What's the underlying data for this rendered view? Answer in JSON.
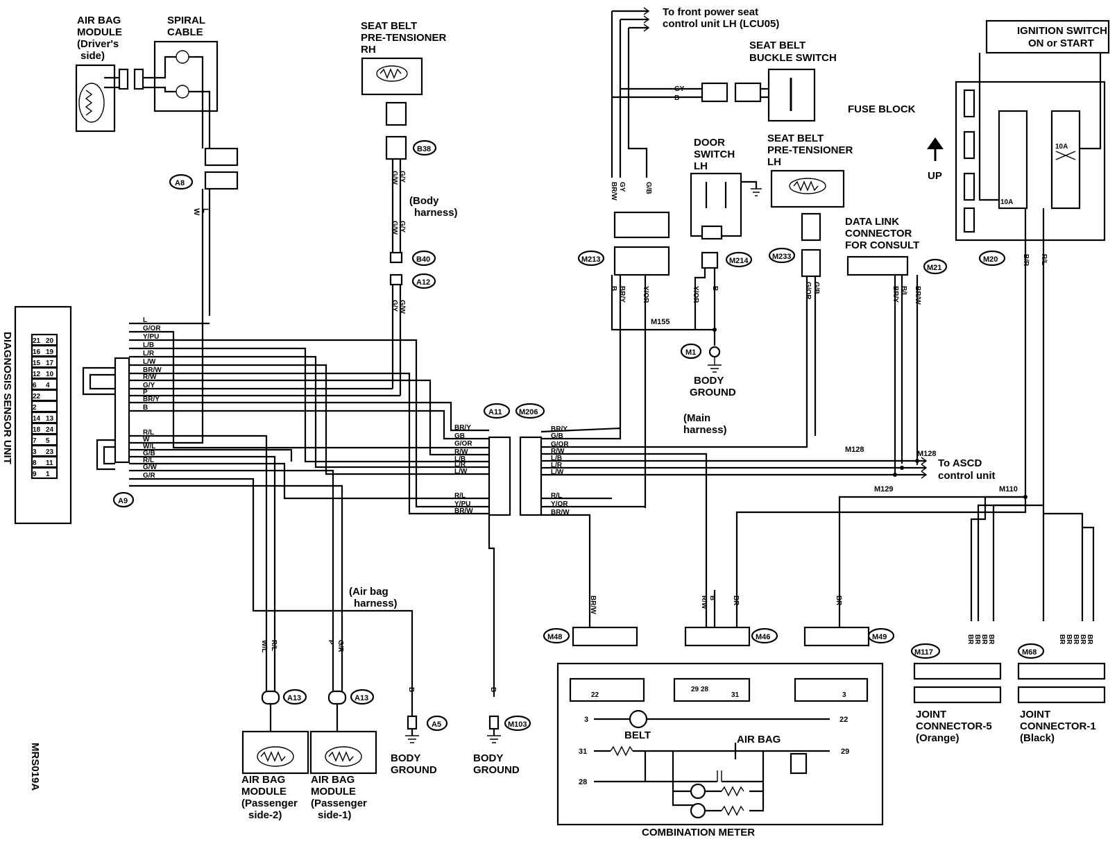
{
  "colors": {
    "ink": "#000000",
    "paper": "#ffffff"
  },
  "labels": {
    "airbag_driver": [
      "AIR BAG",
      "MODULE",
      "(Driver's",
      "side)"
    ],
    "spiral_cable": [
      "SPIRAL",
      "CABLE"
    ],
    "pretensioner_rh": [
      "SEAT BELT",
      "PRE-TENSIONER",
      "RH"
    ],
    "front_power_seat": [
      "To front power seat",
      "control unit LH  (LCU05)"
    ],
    "buckle_switch": [
      "SEAT BELT",
      "BUCKLE SWITCH"
    ],
    "fuse_block": "FUSE BLOCK",
    "ignition_switch": [
      "IGNITION SWITCH",
      "ON  or  START"
    ],
    "up": "UP",
    "door_switch": [
      "DOOR",
      "SWITCH",
      "LH"
    ],
    "pretensioner_lh": [
      "SEAT BELT",
      "PRE-TENSIONER",
      "LH"
    ],
    "data_link": [
      "DATA LINK",
      "CONNECTOR",
      "FOR CONSULT"
    ],
    "body_harness": [
      "(Body",
      "harness)"
    ],
    "main_harness": [
      "(Main",
      "harness)"
    ],
    "airbag_harness": [
      "(Air bag",
      "harness)"
    ],
    "body_ground_m1": [
      "BODY",
      "GROUND"
    ],
    "body_ground_a5": [
      "BODY",
      "GROUND"
    ],
    "body_ground_m103": [
      "BODY",
      "GROUND"
    ],
    "to_ascd": [
      "To ASCD",
      "control unit"
    ],
    "dsu": "DIAGNOSIS SENSOR UNIT",
    "airbag_pass2": [
      "AIR BAG",
      "MODULE",
      "(Passenger",
      "side-2)"
    ],
    "airbag_pass1": [
      "AIR BAG",
      "MODULE",
      "(Passenger",
      "side-1)"
    ],
    "combination_meter": "COMBINATION METER",
    "belt": "BELT",
    "air_bag": "AIR BAG",
    "joint5": [
      "JOINT",
      "CONNECTOR-5",
      "(Orange)"
    ],
    "joint1": [
      "JOINT",
      "CONNECTOR-1",
      "(Black)"
    ],
    "figure_code": "MRS019A",
    "fuse_10a_1": "10A",
    "fuse_10a_2": "10A"
  },
  "connectors": {
    "A8": "A8",
    "B38": "B38",
    "B40": "B40",
    "A12": "A12",
    "A9": "A9",
    "A11": "A11",
    "M206": "M206",
    "M213": "M213",
    "M214": "M214",
    "M233": "M233",
    "M21": "M21",
    "M20": "M20",
    "M1": "M1",
    "A13a": "A13",
    "A13b": "A13",
    "A5": "A5",
    "M103": "M103",
    "M48": "M48",
    "M46": "M46",
    "M49": "M49",
    "M117": "M117",
    "M68": "M68"
  },
  "junctions": {
    "M155": "M155",
    "M128a": "M128",
    "M128b": "M128",
    "M129": "M129",
    "M110": "M110"
  },
  "wire_codes": {
    "a9_left": [
      "L",
      "G/OR",
      "Y/PU",
      "L/B",
      "L/R",
      "L/W",
      "BR/W",
      "R/W",
      "G/Y",
      "P",
      "BR/Y",
      "B",
      "R/L",
      "W",
      "W/L",
      "G/B",
      "R/L",
      "G/W",
      "G/R"
    ],
    "a11": [
      "BR/Y",
      "GB",
      "G/OR",
      "R/W",
      "L/B",
      "L/R",
      "L/W",
      "R/L",
      "Y/PU",
      "BR/W"
    ],
    "m206": [
      "BR/Y",
      "G/B",
      "G/OR",
      "R/W",
      "L/B",
      "L/R",
      "L/W",
      "R/L",
      "Y/OR",
      "BR/W"
    ],
    "spiral_wires": [
      "W",
      "L"
    ],
    "rh_top": [
      "G/W",
      "G/Y"
    ],
    "rh_mid": [
      "G/W",
      "G/Y"
    ],
    "rh_bot": [
      "G/Y",
      "G/W"
    ],
    "buckle": [
      "GY",
      "B"
    ],
    "m213_top": [
      "BR/W",
      "GY",
      "G/B"
    ],
    "m213_bot": [
      "B",
      "BR/Y",
      "Y/OR"
    ],
    "m214": [
      "Y/OR",
      "B"
    ],
    "m233": [
      "G/OR",
      "G/B"
    ],
    "m21": [
      "BR/Y",
      "B/L",
      "BR/W"
    ],
    "m20": [
      "B/R",
      "R/L"
    ],
    "a13a": [
      "W/L",
      "R/L"
    ],
    "a13b": [
      "P",
      "G/R"
    ],
    "a5": "B",
    "m103": "B",
    "m48": "BR/W",
    "m46": [
      "R/W",
      "B",
      "BR"
    ],
    "m49": "BR",
    "joint5": [
      "BR",
      "BR",
      "BR",
      "BR"
    ],
    "joint1": [
      "BR",
      "BR",
      "BR",
      "BR",
      "BR"
    ]
  },
  "dsu_pins": [
    [
      "21",
      "20"
    ],
    [
      "16",
      "19"
    ],
    [
      "15",
      "17"
    ],
    [
      "12",
      "10"
    ],
    [
      "6",
      "4"
    ],
    [
      "22",
      ""
    ],
    [
      "2",
      ""
    ],
    [
      "14",
      "13"
    ],
    [
      "18",
      "24"
    ],
    [
      "7",
      "5"
    ],
    [
      "3",
      "23"
    ],
    [
      "8",
      "11"
    ],
    [
      "9",
      "1"
    ]
  ],
  "meter_pins": [
    "3",
    "22",
    "31",
    "29",
    "28"
  ],
  "meter_conn_pins": [
    "22",
    "29",
    "28",
    "31",
    "3"
  ]
}
